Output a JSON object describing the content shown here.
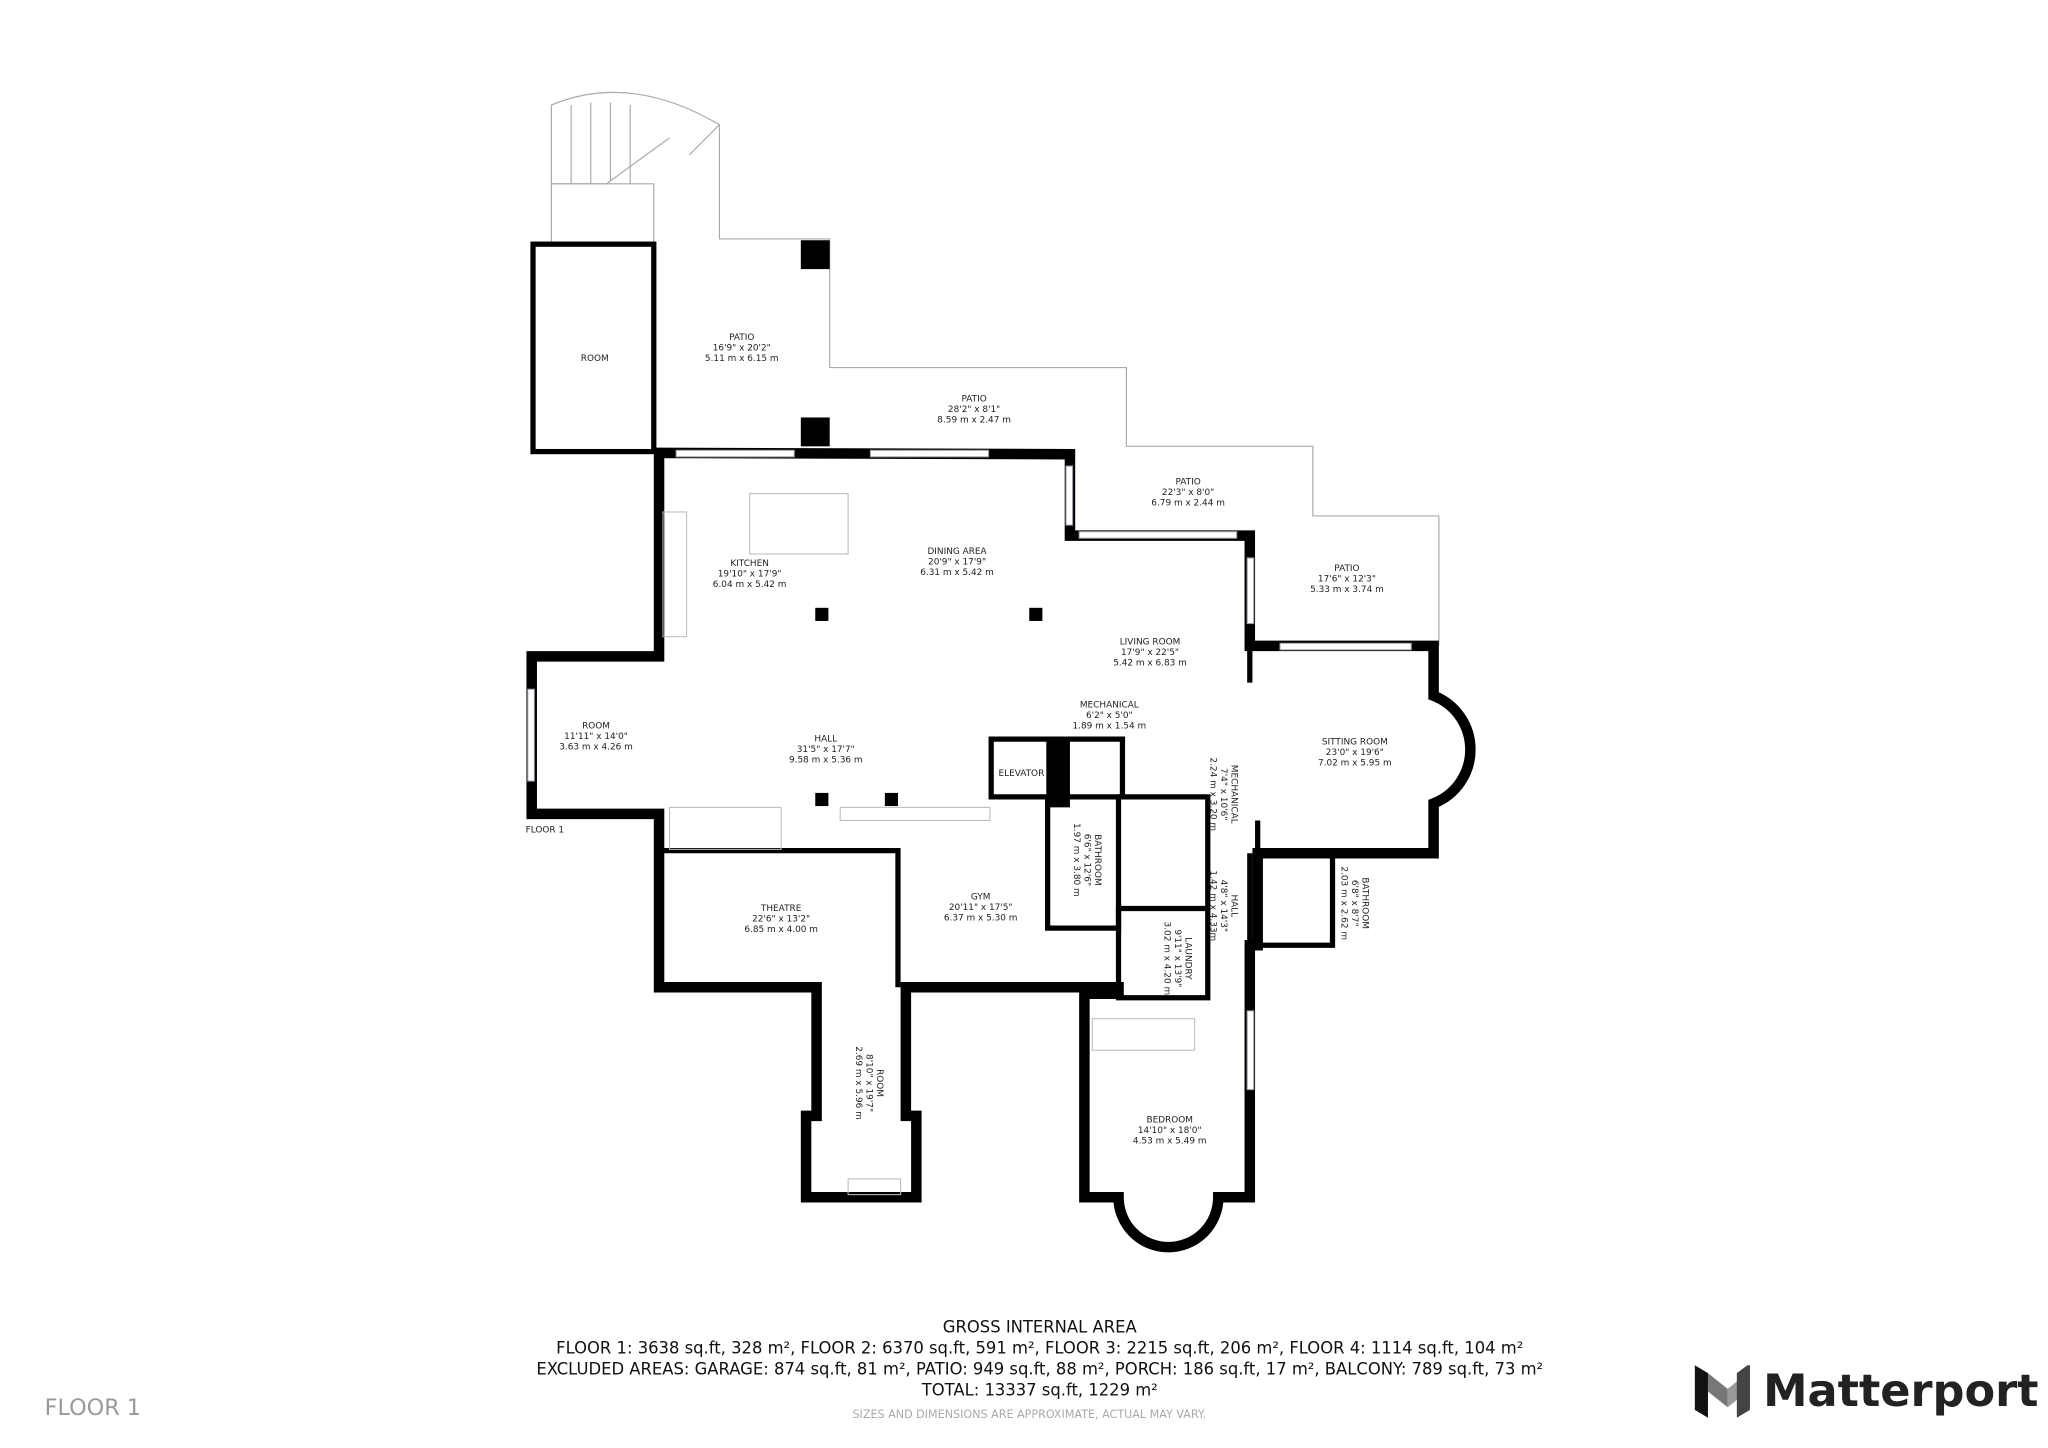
{
  "plan": {
    "floor_tag": "FLOOR 1",
    "rooms": [
      {
        "name": "ROOM"
      },
      {
        "name": "PATIO",
        "imperial": "16'9\" x 20'2\"",
        "metric": "5.11 m x 6.15 m"
      },
      {
        "name": "PATIO",
        "imperial": "28'2\" x 8'1\"",
        "metric": "8.59 m x 2.47 m"
      },
      {
        "name": "PATIO",
        "imperial": "22'3\" x 8'0\"",
        "metric": "6.79 m x 2.44 m"
      },
      {
        "name": "PATIO",
        "imperial": "17'6\" x 12'3\"",
        "metric": "5.33 m x 3.74 m"
      },
      {
        "name": "KITCHEN",
        "imperial": "19'10\" x 17'9\"",
        "metric": "6.04 m x 5.42 m"
      },
      {
        "name": "DINING AREA",
        "imperial": "20'9\" x 17'9\"",
        "metric": "6.31 m x 5.42 m"
      },
      {
        "name": "LIVING ROOM",
        "imperial": "17'9\" x 22'5\"",
        "metric": "5.42 m x 6.83 m"
      },
      {
        "name": "MECHANICAL",
        "imperial": "6'2\" x 5'0\"",
        "metric": "1.89 m x 1.54 m"
      },
      {
        "name": "ROOM",
        "imperial": "11'11\" x 14'0\"",
        "metric": "3.63 m x 4.26 m"
      },
      {
        "name": "HALL",
        "imperial": "31'5\" x 17'7\"",
        "metric": "9.58 m x 5.36 m"
      },
      {
        "name": "SITTING ROOM",
        "imperial": "23'0\" x 19'6\"",
        "metric": "7.02 m x 5.95 m"
      },
      {
        "name": "ELEVATOR"
      },
      {
        "name": "MECHANICAL",
        "imperial": "7'4\" x 10'6\"",
        "metric": "2.24 m x 3.20 m"
      },
      {
        "name": "BATHROOM",
        "imperial": "6'6\" x 12'6\"",
        "metric": "1.97 m x 3.80 m"
      },
      {
        "name": "THEATRE",
        "imperial": "22'6\" x 13'2\"",
        "metric": "6.85 m x 4.00 m"
      },
      {
        "name": "GYM",
        "imperial": "20'11\" x 17'5\"",
        "metric": "6.37 m x 5.30 m"
      },
      {
        "name": "HALL",
        "imperial": "4'8\" x 14'3\"",
        "metric": "1.42 m x 4.33m"
      },
      {
        "name": "BATHROOM",
        "imperial": "6'8\" x 8'7\"",
        "metric": "2.03 m x 2.62 m"
      },
      {
        "name": "LAUNDRY",
        "imperial": "9'11\" x 13'9\"",
        "metric": "3.02 m x 4.20 m"
      },
      {
        "name": "ROOM",
        "imperial": "8'10\" x 19'7\"",
        "metric": "2.69 m x 5.96 m"
      },
      {
        "name": "BEDROOM",
        "imperial": "14'10\" x 18'0\"",
        "metric": "4.53 m x 5.49 m"
      }
    ]
  },
  "footer": {
    "title": "GROSS INTERNAL AREA",
    "floors": "FLOOR 1: 3638 sq.ft, 328 m², FLOOR 2: 6370 sq.ft, 591 m², FLOOR 3: 2215 sq.ft, 206 m², FLOOR 4: 1114 sq.ft, 104 m²",
    "excluded": "EXCLUDED AREAS: GARAGE: 874 sq.ft, 81 m², PATIO: 949 sq.ft, 88 m², PORCH: 186 sq.ft, 17 m², BALCONY: 789 sq.ft, 73 m²",
    "total": "TOTAL: 13337 sq.ft, 1229 m²",
    "disclaimer": "SIZES AND DIMENSIONS ARE APPROXIMATE, ACTUAL MAY VARY.",
    "floor_label": "FLOOR 1"
  },
  "brand": {
    "name": "Matterport",
    "logo_icon": "matterport-logo-icon"
  }
}
